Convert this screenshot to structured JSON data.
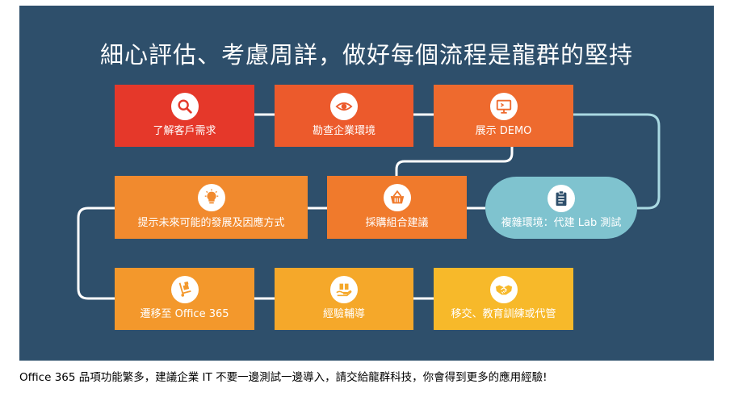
{
  "title": "細心評估、考慮周詳，做好每個流程是龍群的堅持",
  "steps": [
    {
      "label": "了解客戶需求",
      "icon": "magnifier-icon",
      "color": "#e5382a"
    },
    {
      "label": "勘查企業環境",
      "icon": "eye-icon",
      "color": "#ec5a2c"
    },
    {
      "label": "展示 DEMO",
      "icon": "monitor-icon",
      "color": "#ee6a2e"
    },
    {
      "label": "複雜環境：代建 Lab 測試",
      "icon": "clipboard-icon",
      "color": "#7fc3cf"
    },
    {
      "label": "採購組合建議",
      "icon": "basket-icon",
      "color": "#f07a2c"
    },
    {
      "label": "提示未來可能的發展及因應方式",
      "icon": "lightbulb-icon",
      "color": "#f18a2e"
    },
    {
      "label": "遷移至 Office 365",
      "icon": "hand-truck-icon",
      "color": "#f3982c"
    },
    {
      "label": "經驗輔導",
      "icon": "book-hand-icon",
      "color": "#f5a82a"
    },
    {
      "label": "移交、教育訓練或代管",
      "icon": "handshake-icon",
      "color": "#f7b92a"
    }
  ],
  "caption": "Office 365  品項功能繁多，建議企業 IT 不要一邊測試一邊導入，請交給龍群科技，你會得到更多的應用經驗!"
}
